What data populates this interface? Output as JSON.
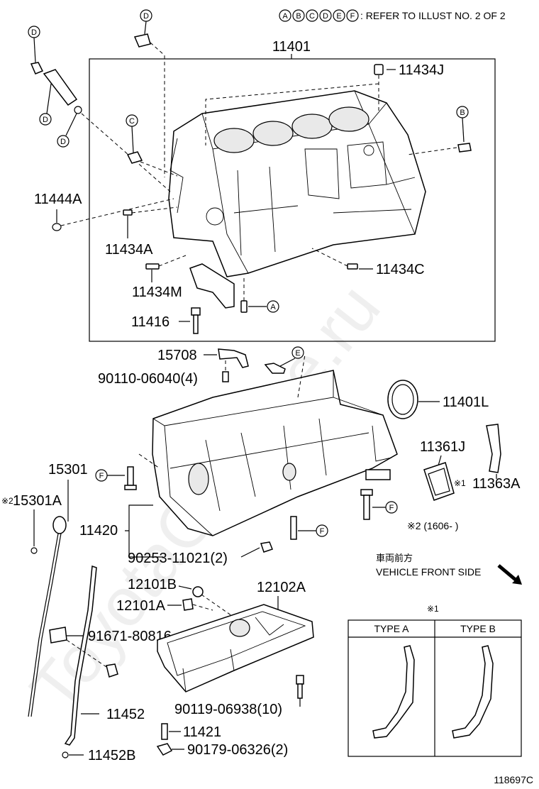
{
  "header": {
    "ref_letters": [
      "A",
      "B",
      "C",
      "D",
      "E",
      "F"
    ],
    "ref_text": ": REFER TO ILLUST NO. 2 OF 2"
  },
  "parts": {
    "p11401": "11401",
    "p11434J": "11434J",
    "p11444A": "11444A",
    "p11434A": "11434A",
    "p11434C": "11434C",
    "p11434M": "11434M",
    "p11416": "11416",
    "p15708": "15708",
    "p90110": "90110-06040(4)",
    "p11401L": "11401L",
    "p11361J": "11361J",
    "p11363A": "11363A",
    "p15301": "15301",
    "p15301A": "15301A",
    "p11420": "11420",
    "p90253": "90253-11021(2)",
    "p12101B": "12101B",
    "p12101A": "12101A",
    "p12102A": "12102A",
    "p91671": "91671-80816",
    "p90119": "90119-06938(10)",
    "p11452": "11452",
    "p11421": "11421",
    "p90179": "90179-06326(2)",
    "p11452B": "11452B"
  },
  "marks": {
    "note1": "※1",
    "note2": "※2",
    "date_note": "※2 (1606-      )"
  },
  "direction": {
    "jp": "車両前方",
    "en": "VEHICLE FRONT SIDE"
  },
  "inset": {
    "note": "※1",
    "type_a": "TYPE A",
    "type_b": "TYPE B"
  },
  "watermark": "ToyotaGoMine.ru",
  "illustration_id": "118697C"
}
